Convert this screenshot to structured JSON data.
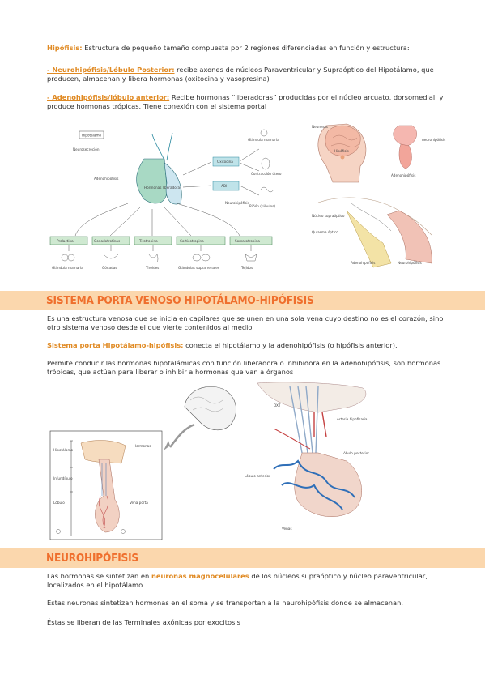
{
  "section1": {
    "p1_term": "Hipófisis:",
    "p1_text": " Estructura de pequeño tamaño compuesta por 2 regiones diferenciadas en función y estructura:",
    "p2_term": "- Neurohipófisis/Lóbulo Posterior:",
    "p2_text": " recibe axones de núcleos Paraventricular y Supraóptico del Hipotálamo, que producen, almacenan y libera hormonas (oxitocina y vasopresina)",
    "p3_term": "- Adenohipófisis/lóbulo anterior:",
    "p3_text": " Recibe hormonas “liberadoras” producidas por el núcleo arcuato, dorsomedial, y produce hormonas trópicas. Tiene conexión con el sistema portal"
  },
  "section2": {
    "title": "SISTEMA PORTA VENOSO HIPOTÁLAMO-HIPÓFISIS",
    "p1": "Es una estructura venosa que se inicia en capilares que se unen en una sola vena cuyo destino no es el corazón, sino otro sistema venoso desde el que vierte contenidos al medio",
    "p2_term": "Sistema porta Hipotálamo-hipófisis:",
    "p2_text": " conecta el hipotálamo y la adenohipófisis (o hipófisis anterior).",
    "p3": "Permite conducir las hormonas hipotalámicas con función liberadora o inhibidora en la adenohipófisis, son hormonas trópicas, que actúan para liberar o inhibir a hormonas que van a órganos"
  },
  "section3": {
    "title": "NEUROHIPÓFISIS",
    "p1_a": "Las hormonas se sintetizan en ",
    "p1_term": "neuronas magnocelulares",
    "p1_b": " de los núcleos supraóptico y núcleo paraventricular, localizados en el hipotálamo",
    "p2": "Estas neuronas sintetizan hormonas en el soma y se transportan a la neurohipófisis donde se almacenan.",
    "p3": "Éstas se liberan de las Terminales axónicas por exocitosis"
  },
  "figure1": {
    "box_top": "Hipotálamo",
    "label_a": "Neurosecreción",
    "label_b": "Adenohipófisis",
    "center": "Hormonas liberadoras",
    "side1": "Oxitocina",
    "side2": "ADH",
    "r1": "Glándula mamaria",
    "r2": "Contracción útero",
    "r3": "Riñón (túbulos)",
    "r4": "Neurohipófisis",
    "boxes": [
      "Prolactina",
      "Gonadotrofinas",
      "Tirotropina",
      "Corticotropina",
      "Somatotropina"
    ],
    "targets": [
      "Glándula mamaria",
      "Gónadas",
      "Tiroides",
      "Glándulas suprarrenales",
      "Tejidos"
    ]
  },
  "figure2": {
    "l1": "Neuronas",
    "l2": "Hipófisis",
    "l3": "neurohipófisis",
    "l4": "Adenohipófisis",
    "l5": "Núcleo supraóptico",
    "l6": "Quiasma óptico",
    "l7": "Adenohipófisis",
    "l8": "Neurohipófisis"
  },
  "figure3": {
    "l1": "Hipotálamo",
    "l2": "Infundíbulo",
    "l3": "Lóbulo",
    "l4": "Hormonas",
    "l5": "Vena porta"
  },
  "figure4": {
    "l1": "OXT",
    "l2": "Arteria hipofisaria",
    "l3": "Lóbulo posterior",
    "l4": "Lóbulo anterior",
    "l5": "Venas"
  }
}
